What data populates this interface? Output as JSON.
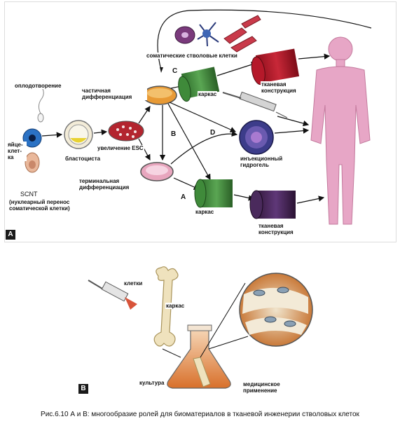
{
  "panel_a": {
    "letter": "A",
    "labels": {
      "somatic_stem_cells": "соматические стволовые клетки",
      "fertilization": "оплодотворение",
      "egg_cell": "яйце-клет-ка",
      "blastocyst": "бластоциста",
      "esc_increase": "увеличение ESC",
      "partial_diff": "частичная дифференциация",
      "terminal_diff": "терминальная дифференциация",
      "scaffold_top": "каркас",
      "scaffold_bottom": "каркас",
      "tissue_construct_top": "тканевая конструкция",
      "tissue_construct_bottom": "тканевая конструкция",
      "injectable_hydrogel": "инъекционный гидрогель",
      "scnt": "SCNT",
      "scnt_full": "(нуклеарный перенос соматической клетки)",
      "path_a": "A",
      "path_b": "B",
      "path_c": "C",
      "path_d": "D"
    }
  },
  "panel_b": {
    "letter": "B",
    "labels": {
      "cells": "клетки",
      "scaffold": "каркас",
      "culture": "культура",
      "medical_use": "медицинское применение"
    }
  },
  "caption": "Рис.6.10 А и В: многообразие ролей для биоматериалов в тканевой инженерии стволовых клеток",
  "colors": {
    "human": "#e7a6c6",
    "green_scaffold": "#3f8a3a",
    "red_tissue": "#b5192a",
    "purple_tissue": "#4a2a5c",
    "petri_orange": "#e89a35",
    "flask_orange": "#e98a3a"
  }
}
